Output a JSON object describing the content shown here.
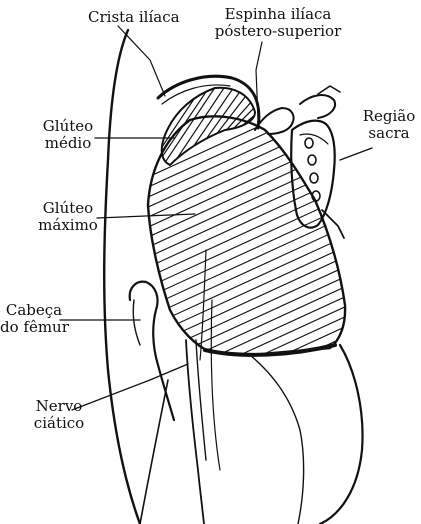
{
  "labels": {
    "crista_iliaca": "Crista ilíaca",
    "espinha_l1": "Espinha ilíaca",
    "espinha_l2": "póstero-superior",
    "regiao_l1": "Região",
    "regiao_l2": "sacra",
    "medio_l1": "Glúteo",
    "medio_l2": "médio",
    "maximo_l1": "Glúteo",
    "maximo_l2": "máximo",
    "cabeca_l1": "Cabeça",
    "cabeca_l2": "do fêmur",
    "nervo_l1": "Nervo",
    "nervo_l2": "ciático"
  },
  "colors": {
    "ink": "#111111",
    "paper": "#ffffff"
  }
}
